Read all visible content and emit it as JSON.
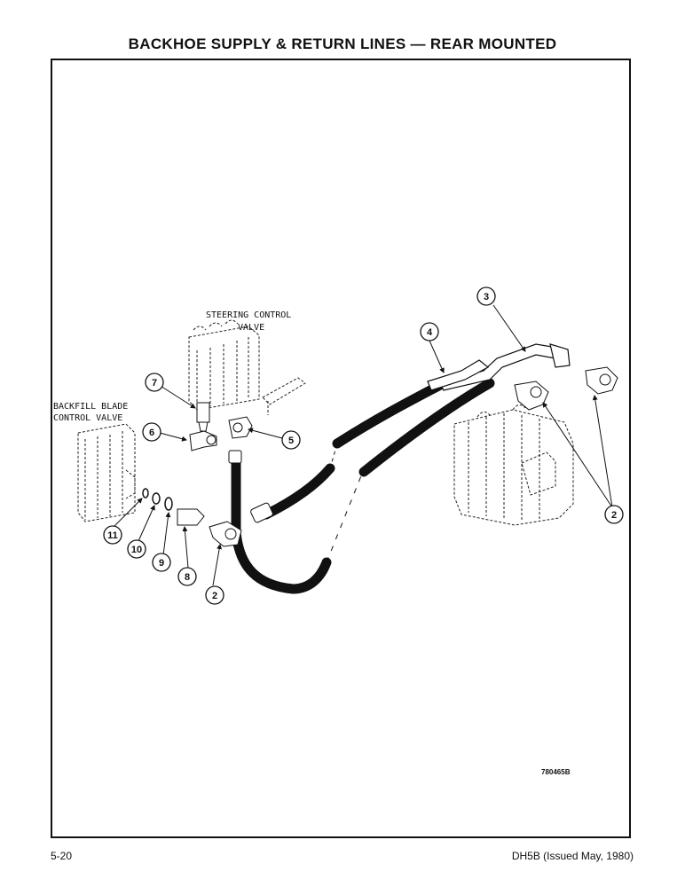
{
  "title": "BACKHOE SUPPLY & RETURN LINES — REAR MOUNTED",
  "labels": {
    "steering_line1": "STEERING CONTROL",
    "steering_line2": "VALVE",
    "backfill_line1": "BACKFILL BLADE",
    "backfill_line2": "CONTROL VALVE"
  },
  "callouts": {
    "c2a": "2",
    "c2b": "2",
    "c3": "3",
    "c4": "4",
    "c5": "5",
    "c6": "6",
    "c7": "7",
    "c8": "8",
    "c9": "9",
    "c10": "10",
    "c11": "11"
  },
  "drawing_number": "780465B",
  "footer": {
    "page": "5-20",
    "doc": "DH5B (Issued May, 1980)"
  }
}
